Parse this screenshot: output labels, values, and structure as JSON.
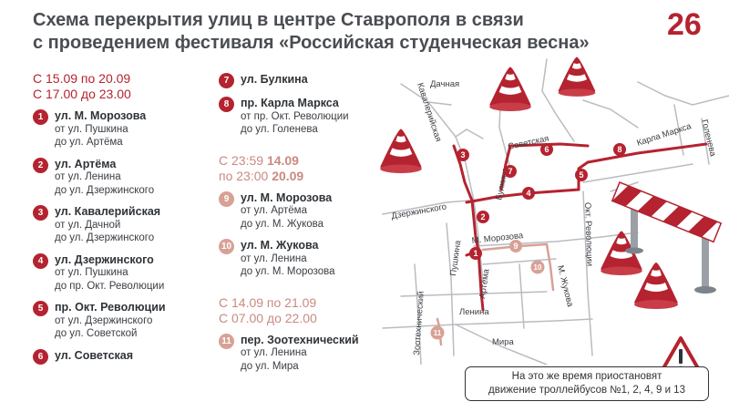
{
  "title": {
    "line1": "Схема перекрытия улиц в центре Ставрополя в связи",
    "line2": "с проведением фестиваля «Российская студенческая весна»"
  },
  "logo_text": "26",
  "periods": [
    {
      "line1": "С 15.09 по 20.09",
      "line2": "С 17.00 до 23.00"
    },
    {
      "line1_a": "С 23:59 ",
      "line1_b": "14.09",
      "line2_a": "по 23:00 ",
      "line2_b": "20.09"
    },
    {
      "line1": "С 14.09 по 21.09",
      "line2": "С 07.00 до 22.00"
    }
  ],
  "closures": [
    {
      "n": "1",
      "street": "ул. М. Морозова",
      "from": "от ул. Пушкина",
      "to": "до ул. Артёма"
    },
    {
      "n": "2",
      "street": "ул. Артёма",
      "from": "от ул. Ленина",
      "to": "до ул. Дзержинского"
    },
    {
      "n": "3",
      "street": "ул. Кавалерийская",
      "from": "от ул. Дачной",
      "to": "до ул. Дзержинского"
    },
    {
      "n": "4",
      "street": "ул. Дзержинского",
      "from": "от ул. Пушкина",
      "to": "до пр. Окт. Революции"
    },
    {
      "n": "5",
      "street": "пр. Окт. Революции",
      "from": "от ул. Дзержинского",
      "to": "до ул. Советской"
    },
    {
      "n": "6",
      "street": "ул. Советская",
      "from": "",
      "to": ""
    },
    {
      "n": "7",
      "street": "ул. Булкина",
      "from": "",
      "to": ""
    },
    {
      "n": "8",
      "street": "пр. Карла Маркса",
      "from": "от пр. Окт. Революции",
      "to": "до ул. Голенева"
    },
    {
      "n": "9",
      "street": "ул. М. Морозова",
      "from": "от ул. Артёма",
      "to": "до ул. М. Жукова"
    },
    {
      "n": "10",
      "street": "ул. М. Жукова",
      "from": "от ул. Ленина",
      "to": "до ул. М. Морозова"
    },
    {
      "n": "11",
      "street": "пер. Зоотехнический",
      "from": "от ул. Ленина",
      "to": "до ул. Мира"
    }
  ],
  "map": {
    "labels": {
      "dachnaya": "Дачная",
      "kavaleriyskaya": "Кавалерийская",
      "sovetskaya": "Советская",
      "karla_marksa": "Карла Маркса",
      "golenova": "Голенева",
      "bulkina": "Булкина",
      "dzerzhinskogo": "Дзержинского",
      "okt_revolyutsii": "Окт. Революции",
      "m_morozova": "М. Морозова",
      "pushkina": "Пушкина",
      "artema": "Артёма",
      "m_zhukova": "М. Жукова",
      "zootekhnicheskiy": "Зоотехнический",
      "lenina": "Ленина",
      "mira": "Мира"
    },
    "markers": [
      "1",
      "2",
      "3",
      "4",
      "5",
      "6",
      "7",
      "8",
      "9",
      "10",
      "11"
    ],
    "colors": {
      "closed": "#b4232f",
      "closed_alt": "#d8a196",
      "road": "#b9bcc0"
    }
  },
  "note": {
    "line1": "На это же время приостановят",
    "line2": "движение троллейбусов №1, 2, 4, 9 и 13"
  },
  "colors": {
    "accent": "#b4232f",
    "accent_light": "#c98a80",
    "text": "#2f3337"
  },
  "icons": [
    "traffic-cone-icon",
    "road-barrier-icon",
    "warning-icon",
    "logo-26-icon"
  ]
}
